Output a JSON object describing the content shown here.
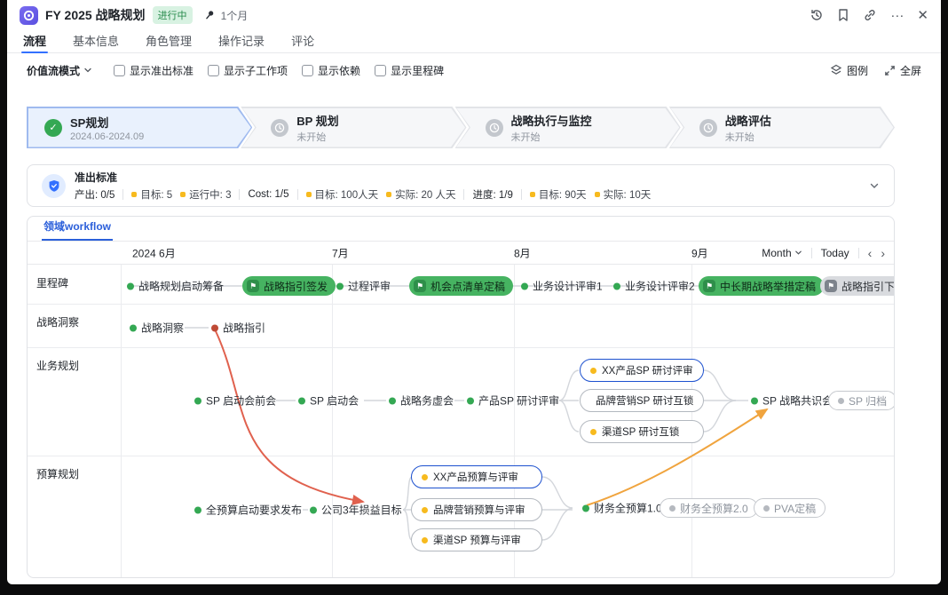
{
  "header": {
    "title": "FY 2025 战略规划",
    "badge": "进行中",
    "duration": "1个月",
    "more_label": "···",
    "close_label": "✕"
  },
  "tabs": [
    {
      "label": "流程",
      "active": true
    },
    {
      "label": "基本信息",
      "active": false
    },
    {
      "label": "角色管理",
      "active": false
    },
    {
      "label": "操作记录",
      "active": false
    },
    {
      "label": "评论",
      "active": false
    }
  ],
  "toolbar": {
    "mode": "价值流模式",
    "checkboxes": [
      {
        "label": "显示准出标准",
        "checked": false
      },
      {
        "label": "显示子工作项",
        "checked": false
      },
      {
        "label": "显示依赖",
        "checked": false
      },
      {
        "label": "显示里程碑",
        "checked": false
      }
    ],
    "legend": "图例",
    "fullscreen": "全屏"
  },
  "stages": [
    {
      "title": "SP规划",
      "subtitle": "2024.06-2024.09",
      "state": "active"
    },
    {
      "title": "BP 规划",
      "subtitle": "未开始",
      "state": "pending"
    },
    {
      "title": "战略执行与监控",
      "subtitle": "未开始",
      "state": "pending"
    },
    {
      "title": "战略评估",
      "subtitle": "未开始",
      "state": "pending"
    }
  ],
  "criteria": {
    "title": "准出标准",
    "groups": [
      {
        "main": "产出: 0/5",
        "items": [
          "目标: 5",
          "运行中: 3"
        ]
      },
      {
        "main": "Cost: 1/5",
        "items": [
          "目标: 100人天",
          "实际: 20 人天"
        ]
      },
      {
        "main": "进度: 1/9",
        "items": [
          "目标: 90天",
          "实际: 10天"
        ]
      }
    ]
  },
  "workflow": {
    "tab": "领域workflow",
    "months": [
      "2024 6月",
      "7月",
      "8月",
      "9月"
    ],
    "zoom": "Month",
    "today": "Today",
    "prev": "‹",
    "next": "›",
    "rows": [
      "里程碑",
      "战略洞察",
      "业务规划",
      "预算规划"
    ],
    "milestones": [
      {
        "label": "战略规划启动筹备",
        "type": "dot"
      },
      {
        "label": "战略指引签发",
        "type": "flag-green"
      },
      {
        "label": "过程评审",
        "type": "dot"
      },
      {
        "label": "机会点清单定稿",
        "type": "flag-green"
      },
      {
        "label": "业务设计评审1",
        "type": "dot"
      },
      {
        "label": "业务设计评审2",
        "type": "dot"
      },
      {
        "label": "中长期战略举措定稿",
        "type": "flag-green"
      },
      {
        "label": "战略指引下发",
        "type": "flag-gray"
      }
    ],
    "insight": [
      {
        "label": "战略洞察"
      },
      {
        "label": "战略指引"
      }
    ],
    "business": {
      "chain": [
        "SP 启动会前会",
        "SP 启动会",
        "战略务虚会",
        "产品SP 研讨评审"
      ],
      "branches": [
        "XX产品SP 研讨评审",
        "品牌营销SP 研讨互锁",
        "渠道SP 研讨互锁"
      ],
      "end": "SP 战略共识会",
      "archive": "SP 归档"
    },
    "budget": {
      "chain": [
        "全预算启动要求发布",
        "公司3年损益目标"
      ],
      "branches": [
        "XX产品预算与评审",
        "品牌营销预算与评审",
        "渠道SP 预算与评审"
      ],
      "end": "财务全预算1.0",
      "ghosts": [
        "财务全预算2.0",
        "PVA定稿"
      ]
    }
  },
  "colors": {
    "accent": "#3370ff",
    "green": "#34a853",
    "yellow": "#f7ba1e",
    "red_arrow": "#e0614e",
    "orange_arrow": "#f0a43e"
  }
}
